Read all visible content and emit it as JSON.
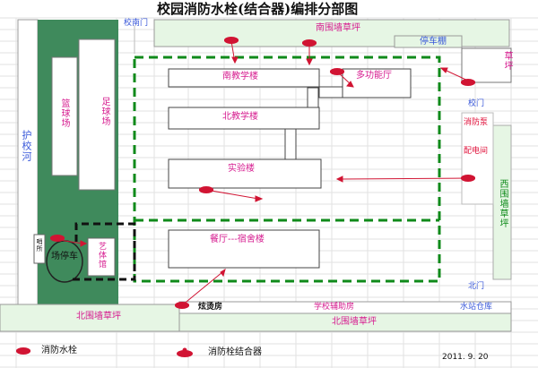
{
  "title": "校园消防水栓(结合器)编排分部图",
  "gates": {
    "south": "校南门",
    "east": "校门",
    "north": "北门"
  },
  "zones": {
    "south_lawn": "南围墙草坪",
    "parking_shed": "停车棚",
    "lawn_ne": "草坪",
    "west_lawn": "西围墙草坪",
    "north_lawn_left": "北围墙草坪",
    "north_lawn_right": "北围墙草坪",
    "river": "护校河"
  },
  "buildings": {
    "south_teaching": "南教学楼",
    "north_teaching": "北教学楼",
    "multi_hall": "多功能厅",
    "lab": "实验楼",
    "canteen": "餐厅---宿舍楼",
    "basketball": "篮球场",
    "football": "足球场",
    "parking_lot": "场停车",
    "art_hall": "艺体馆",
    "hydrant_shed": "哨所",
    "pump_room": "消防泵",
    "power_room": "配电间",
    "boiler_room": "炫烫房",
    "school_aux": "学校辅助房",
    "water_tank": "水站仓库"
  },
  "legend": {
    "hydrant": "消防水栓",
    "connector": "消防栓结合器"
  },
  "date": "2011. 9. 20",
  "colors": {
    "green_fill": "#3a8a5a",
    "light_green": "#e6f6e4",
    "dash_green": "#0f8a1a",
    "hydrant_red": "#d11433",
    "text_pink": "#d61b8f",
    "text_blue": "#3857d9"
  }
}
